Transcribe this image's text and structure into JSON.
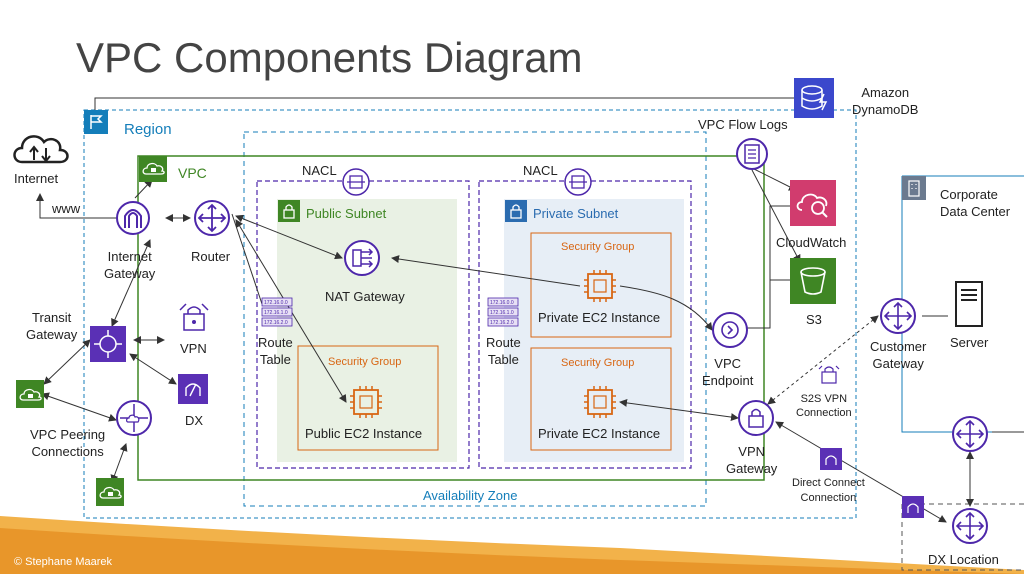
{
  "title": "VPC Components Diagram",
  "labels": {
    "region": "Region",
    "vpc": "VPC",
    "internet": "Internet",
    "www": "www",
    "internet_gateway": "Internet\nGateway",
    "router": "Router",
    "nacl_public": "NACL",
    "nacl_private": "NACL",
    "public_subnet": "Public Subnet",
    "private_subnet": "Private Subnet",
    "nat_gateway": "NAT Gateway",
    "security_group_public": "Security Group",
    "security_group_private_top": "Security Group",
    "security_group_private_bottom": "Security Group",
    "public_ec2": "Public EC2 Instance",
    "private_ec2_top": "Private EC2 Instance",
    "private_ec2_bottom": "Private EC2 Instance",
    "route_table_public": "Route\nTable",
    "route_table_private": "Route\nTable",
    "transit_gateway": "Transit\nGateway",
    "vpn": "VPN",
    "dx": "DX",
    "vpc_peering": "VPC Peering\nConnections",
    "availability_zone": "Availability Zone",
    "vpc_flow_logs": "VPC Flow Logs",
    "dynamodb": "Amazon\nDynamoDB",
    "cloudwatch": "CloudWatch",
    "s3": "S3",
    "vpc_endpoint": "VPC\nEndpoint",
    "vpn_gateway": "VPN\nGateway",
    "s2s_vpn": "S2S VPN\nConnection",
    "direct_connect": "Direct Connect\nConnection",
    "corporate_dc": "Corporate\nData Center",
    "customer_gateway": "Customer\nGateway",
    "server": "Server",
    "dx_location": "DX Location"
  },
  "route_table_entries": [
    "172.16.0.0",
    "172.16.1.0",
    "172.16.2.0"
  ],
  "footer": "© Stephane Maarek",
  "colors": {
    "vpc_green": "#3f8624",
    "region_blue": "#147eba",
    "subnet_private_blue": "#2b6cb0",
    "subnet_public_green": "#3f8624",
    "security_red": "#d86613",
    "nacl_purple": "#4d27aa",
    "network_purple": "#5a30b5",
    "storage_green": "#3f8624",
    "cloudwatch_pink": "#d13c6e",
    "dynamodb_blue": "#3b48cc",
    "footer_orange": "#f0a030"
  }
}
